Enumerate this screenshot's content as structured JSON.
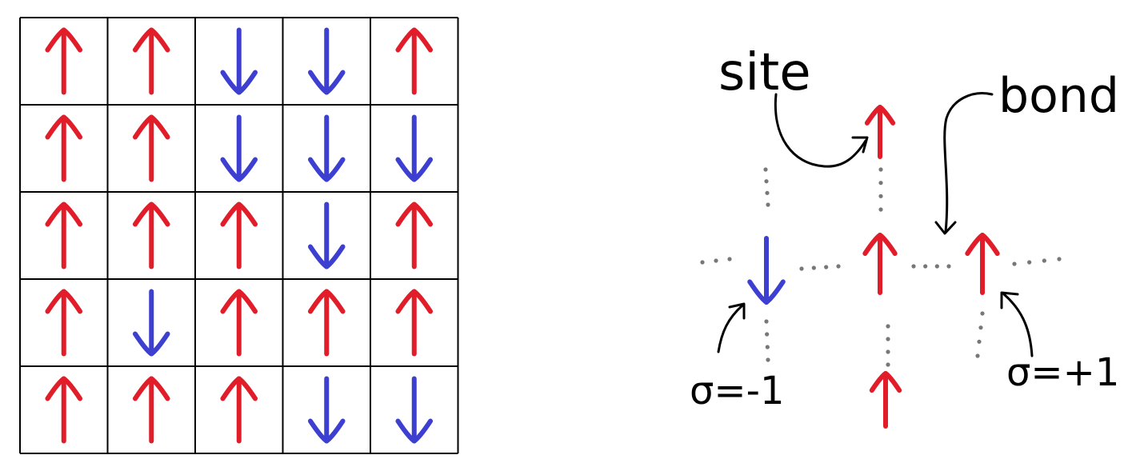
{
  "colors": {
    "up": "#e11d2a",
    "down": "#3d3fd0",
    "grid": "#000000",
    "bond_dots": "#777777",
    "ink": "#000000"
  },
  "lattice_grid": {
    "rows": 5,
    "cols": 5,
    "spins": [
      [
        "up",
        "up",
        "down",
        "down",
        "up"
      ],
      [
        "up",
        "up",
        "down",
        "down",
        "down"
      ],
      [
        "up",
        "up",
        "up",
        "down",
        "up"
      ],
      [
        "up",
        "down",
        "up",
        "up",
        "up"
      ],
      [
        "up",
        "up",
        "up",
        "down",
        "down"
      ]
    ]
  },
  "diagram": {
    "site_label": "site",
    "bond_label": "bond",
    "sigma_minus_label": "σ=-1",
    "sigma_plus_label": "σ=+1",
    "spins": [
      {
        "name": "center-top-spin",
        "dir": "up"
      },
      {
        "name": "left-spin",
        "dir": "down"
      },
      {
        "name": "center-spin",
        "dir": "up"
      },
      {
        "name": "right-spin",
        "dir": "up"
      },
      {
        "name": "center-bottom-spin",
        "dir": "up"
      }
    ]
  }
}
